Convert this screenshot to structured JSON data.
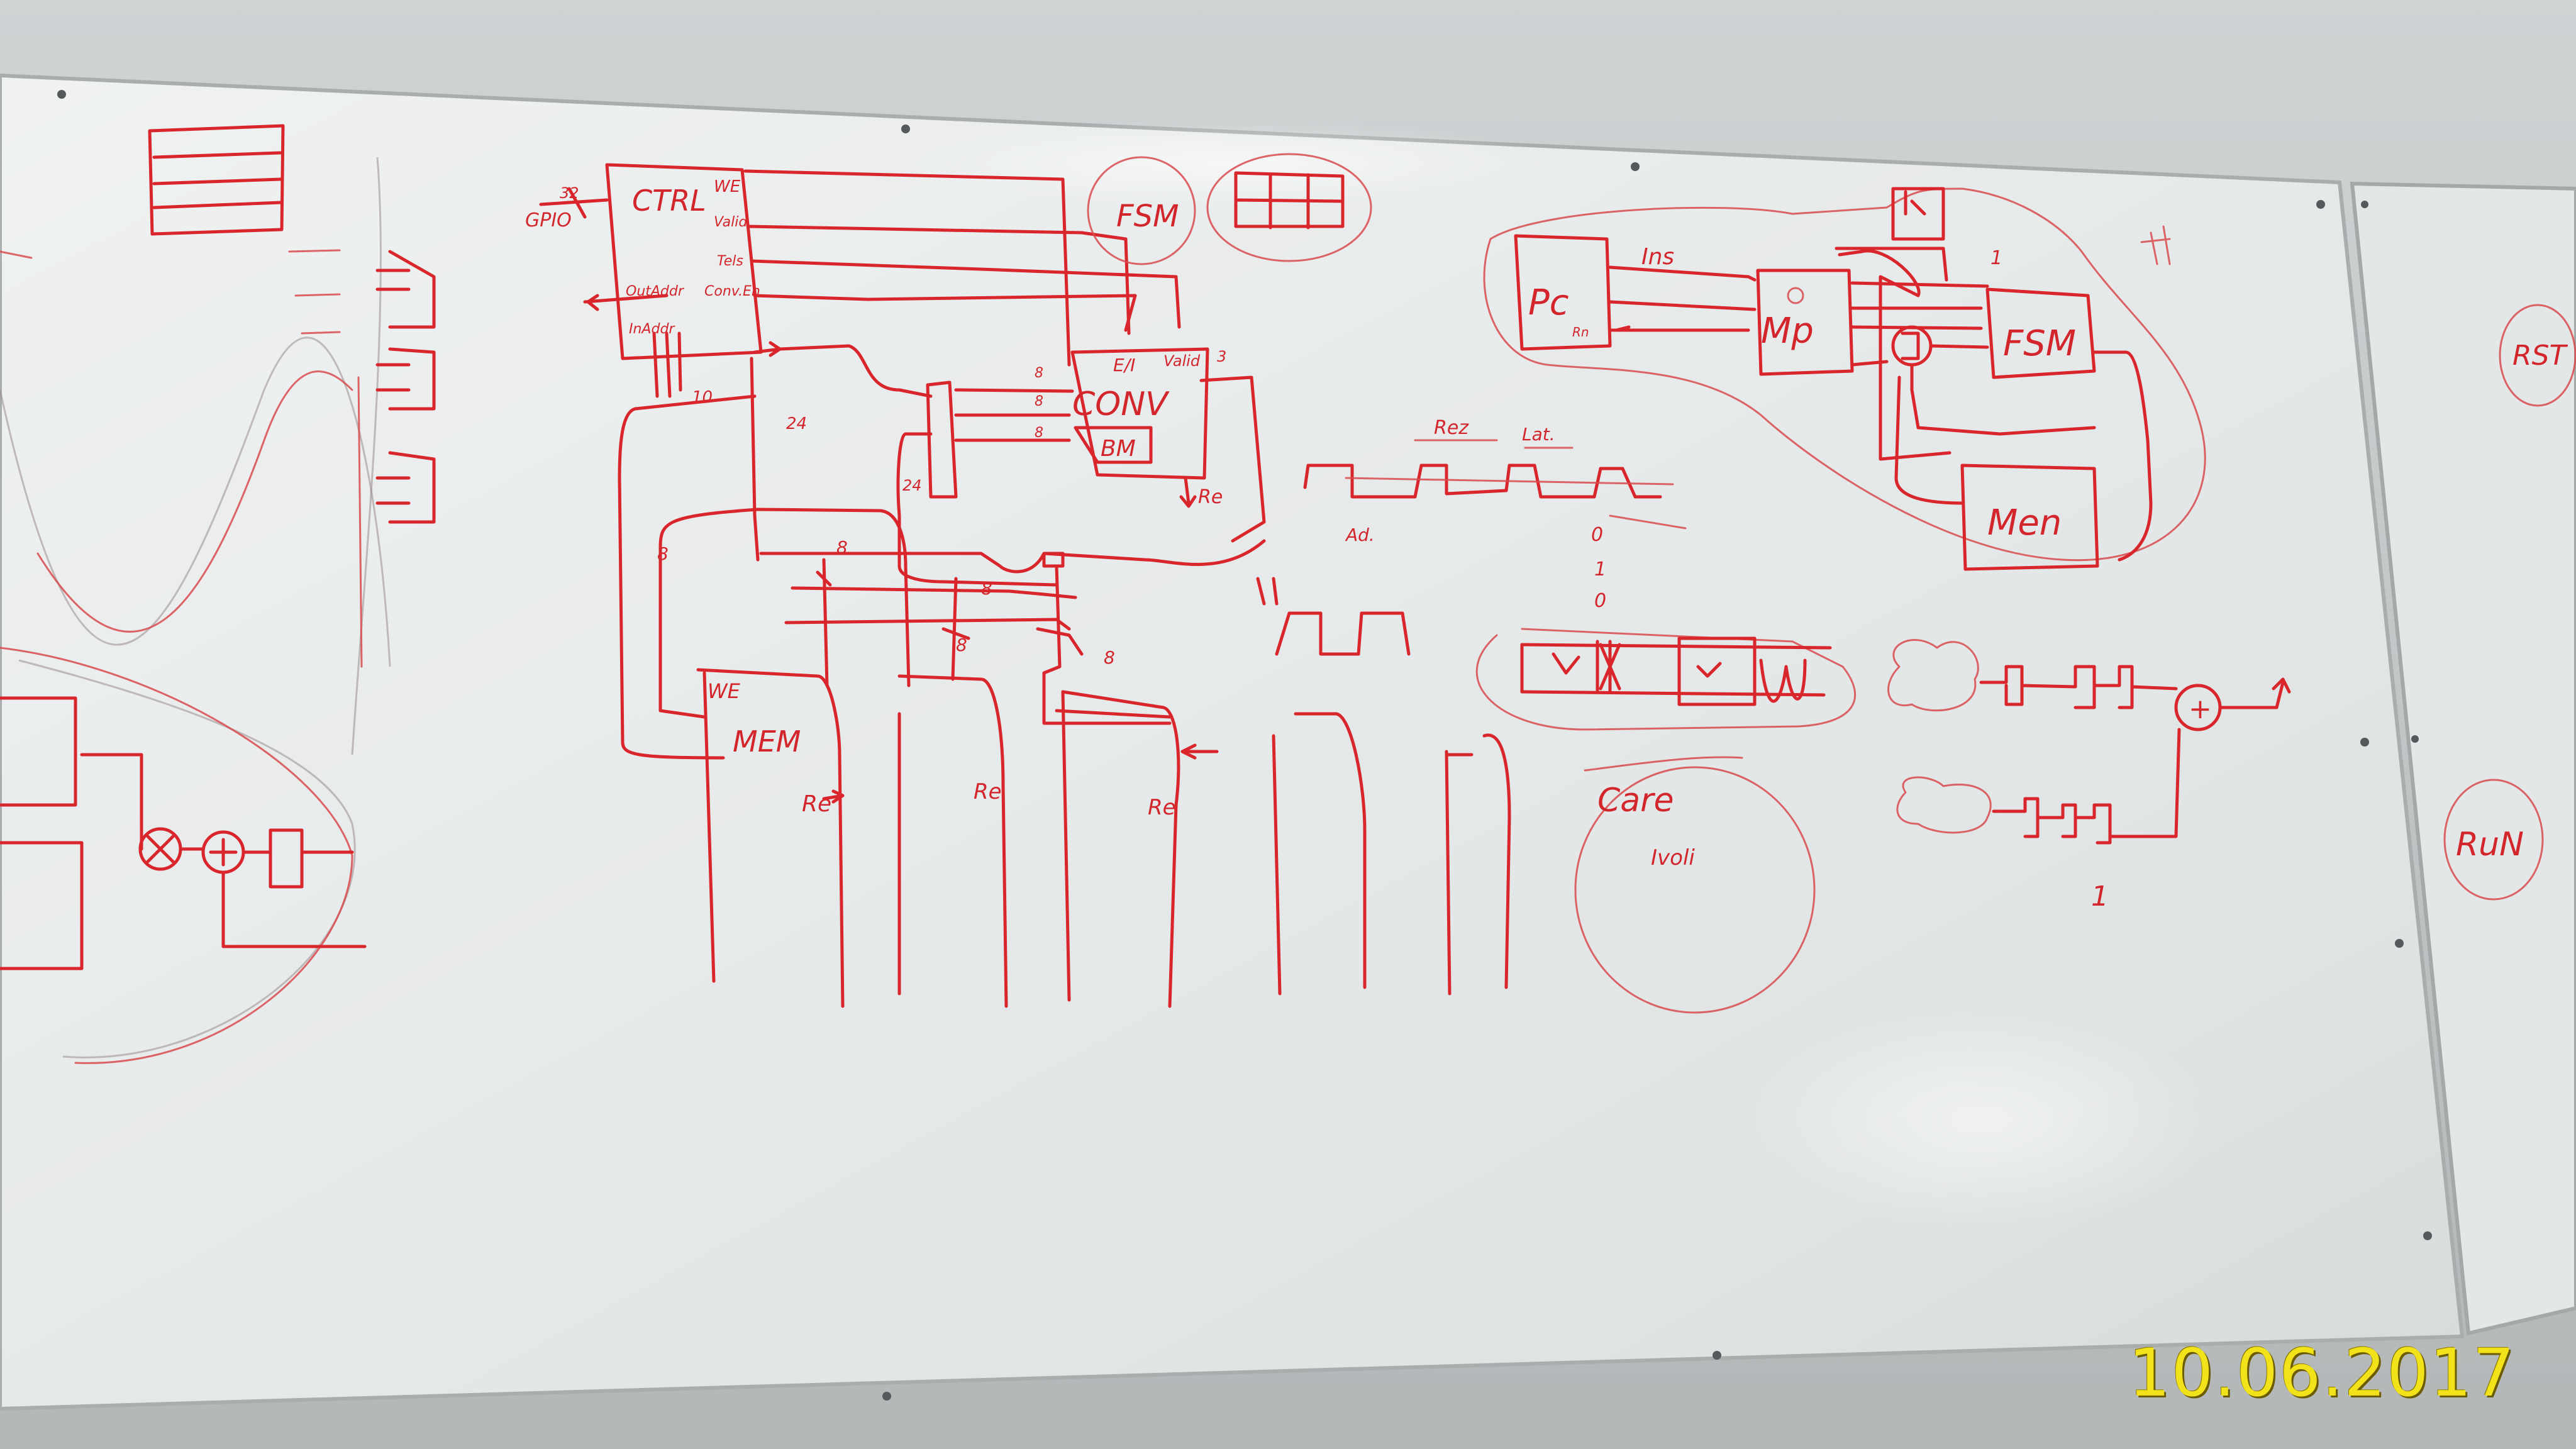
{
  "timestamp": "10.06.2017",
  "colors": {
    "marker": "#d8262c",
    "board": "#e9ecec",
    "wall": "#c7cbcc",
    "stamp": "#f2e21a"
  },
  "ctrl": {
    "title": "CTRL",
    "gpio": "GPIO",
    "gpio_width": "32",
    "outputs": [
      "WE",
      "Valid",
      "Tels",
      "Conv.En"
    ],
    "out_addr": "OutAddr",
    "in_addr": "InAddr",
    "bus_10": "10",
    "bus_24": "24"
  },
  "fsm_circle": "FSM",
  "conv": {
    "title": "CONV",
    "ei": "E/I",
    "valid": "Valid",
    "bm": "BM",
    "re": "Re",
    "bus_8": "8",
    "bus_3": "3",
    "bus_24": "24"
  },
  "mem": {
    "title": "MEM",
    "we": "WE",
    "re_labels": [
      "Re",
      "Re",
      "Re"
    ],
    "bus_8": "8"
  },
  "waveform": {
    "labels": [
      "Rez",
      "Lat.",
      "Ad."
    ],
    "marks": [
      "0",
      "1",
      "0"
    ]
  },
  "cache": {
    "title": "Care",
    "subtitle": "Ivoli"
  },
  "cpu": {
    "pc": "Pc",
    "mp": "Mp",
    "fsm": "FSM",
    "mem": "Men",
    "instr": "Ins",
    "rn": "Rn"
  },
  "adder": {
    "plus": "+",
    "one": "1"
  },
  "right_panel": {
    "rst": "RST",
    "run": "RuN"
  }
}
